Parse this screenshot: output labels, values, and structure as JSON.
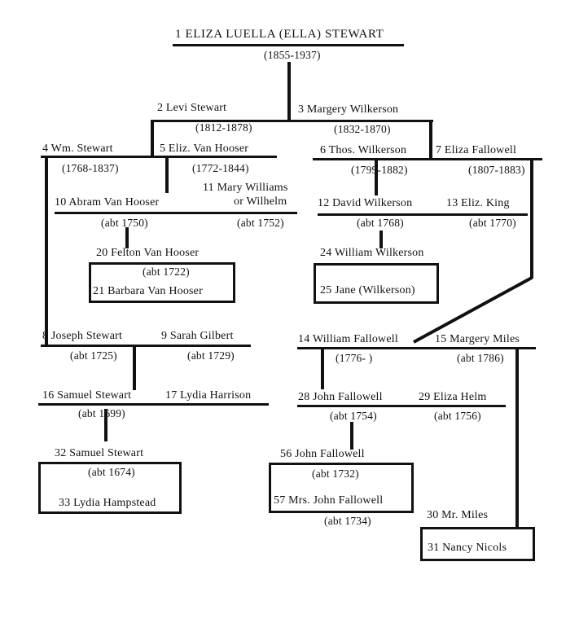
{
  "persons": {
    "p1": {
      "label": "1  ELIZA LUELLA (ELLA) STEWART",
      "dates": "(1855-1937)"
    },
    "p2": {
      "label": "2  Levi Stewart",
      "dates": "(1812-1878)"
    },
    "p3": {
      "label": "3  Margery Wilkerson",
      "dates": "(1832-1870)"
    },
    "p4": {
      "label": "4  Wm. Stewart",
      "dates": "(1768-1837)"
    },
    "p5": {
      "label": "5  Eliz. Van Hooser",
      "dates": "(1772-1844)"
    },
    "p6": {
      "label": "6  Thos. Wilkerson",
      "dates": "(1799-1882)"
    },
    "p7": {
      "label": "7  Eliza Fallowell",
      "dates": "(1807-1883)"
    },
    "p8": {
      "label": "8  Joseph Stewart",
      "dates": "(abt 1725)"
    },
    "p9": {
      "label": "9  Sarah Gilbert",
      "dates": "(abt 1729)"
    },
    "p10": {
      "label": "10  Abram Van Hooser",
      "dates": "(abt 1750)"
    },
    "p11": {
      "label": "11  Mary Williams",
      "label2": "or Wilhelm",
      "dates": "(abt 1752)"
    },
    "p12": {
      "label": "12  David Wilkerson",
      "dates": "(abt 1768)"
    },
    "p13": {
      "label": "13  Eliz. King",
      "dates": "(abt 1770)"
    },
    "p14": {
      "label": "14  William Fallowell",
      "dates": "(1776-        )"
    },
    "p15": {
      "label": "15  Margery Miles",
      "dates": "(abt 1786)"
    },
    "p16": {
      "label": "16  Samuel Stewart",
      "dates": "(abt 1699)"
    },
    "p17": {
      "label": "17  Lydia Harrison"
    },
    "p20": {
      "label": "20  Felton Van Hooser",
      "dates": "(abt 1722)"
    },
    "p21": {
      "label": "21  Barbara Van Hooser"
    },
    "p24": {
      "label": "24  William  Wilkerson"
    },
    "p25": {
      "label": "25  Jane (Wilkerson)"
    },
    "p28": {
      "label": "28  John Fallowell",
      "dates": "(abt 1754)"
    },
    "p29": {
      "label": "29  Eliza Helm",
      "dates": "(abt 1756)"
    },
    "p30": {
      "label": "30  Mr. Miles"
    },
    "p31": {
      "label": "31  Nancy Nicols"
    },
    "p32": {
      "label": "32  Samuel Stewart",
      "dates": "(abt 1674)"
    },
    "p33": {
      "label": "33  Lydia Hampstead"
    },
    "p56": {
      "label": "56  John Fallowell",
      "dates": "(abt 1732)"
    },
    "p57": {
      "label": "57  Mrs. John Fallowell",
      "dates": "(abt 1734)"
    }
  }
}
